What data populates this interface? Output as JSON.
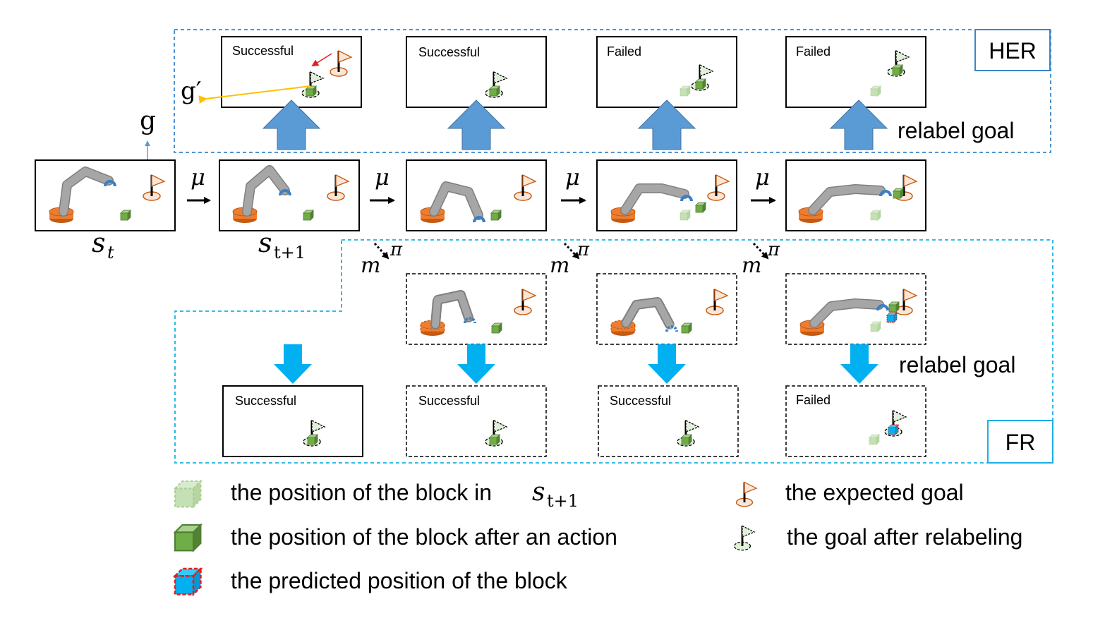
{
  "labels": {
    "her": "HER",
    "fr": "FR",
    "relabel_goal_top": "relabel goal",
    "relabel_goal_bottom": "relabel goal",
    "goal": "g",
    "goal_prime": "g′",
    "s_t_base": "s",
    "s_t_sub": "t",
    "s_t1_base": "s",
    "s_t1_sub": "t+1",
    "mu": "μ",
    "model_m": "m",
    "policy_pi": "π"
  },
  "her_row": [
    {
      "status": "Successful"
    },
    {
      "status": "Successful"
    },
    {
      "status": "Failed"
    },
    {
      "status": "Failed"
    }
  ],
  "fr_row": [
    {
      "status": "Successful"
    },
    {
      "status": "Successful"
    },
    {
      "status": "Successful"
    },
    {
      "status": "Failed"
    }
  ],
  "legend": {
    "block_s_t1_text": "the position of the block in ",
    "block_s_t1_math_base": "s",
    "block_s_t1_math_sub": "t+1",
    "block_after_action": "the position of the block after an action",
    "predicted_block": "the predicted position of the block",
    "expected_goal": "the expected goal",
    "relabeled_goal": "the goal after relabeling"
  },
  "colors": {
    "her_border": "#3b86c8",
    "fr_border": "#1ab0e8",
    "up_arrow": "#5b9bd5",
    "down_arrow": "#00b0f0",
    "block": "#70ad47",
    "block_faded": "#c5e0b4",
    "predicted_block": "#00b0f0",
    "predicted_border": "#e02020",
    "base": "#ed7d31",
    "arm": "#a6a6a6",
    "gripper": "#3b7fc4",
    "flag_expected": "#fbe5d6",
    "flag_relabeled": "#e2f0d9",
    "g_prime_arrow": "#ffc000",
    "red_arrow": "#e02020"
  }
}
